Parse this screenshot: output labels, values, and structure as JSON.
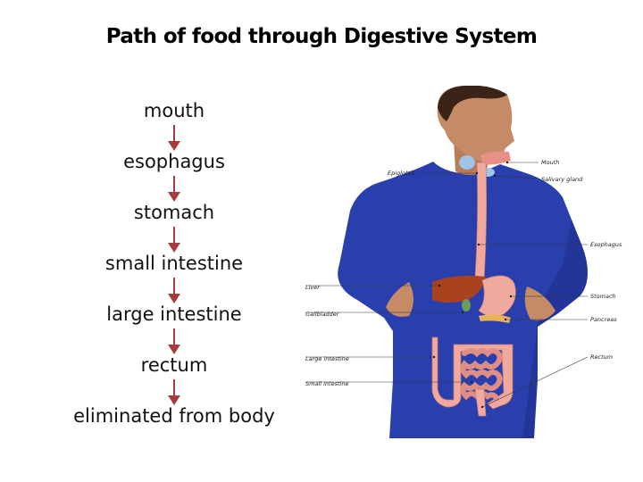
{
  "title": "Path of food through Digestive System",
  "flow_steps": [
    "mouth",
    "esophagus",
    "stomach",
    "small intestine",
    "large intestine",
    "rectum",
    "eliminated from body"
  ],
  "colors": {
    "arrow": "#a63d3d",
    "shirt": "#2a3fae",
    "skin": "#c58b66",
    "organ_pink": "#f0a99e",
    "liver": "#a8421f"
  },
  "diagram_labels": {
    "mouth": "Mouth",
    "salivary_gland": "Salivary gland",
    "epiglottis": "Epiglottis",
    "esophagus": "Esophagus",
    "liver": "Liver",
    "stomach": "Stomach",
    "gallbladder": "Gallbladder",
    "pancreas": "Pancreas",
    "large_intestine": "Large intestine",
    "rectum": "Rectum",
    "small_intestine": "Small intestine"
  }
}
